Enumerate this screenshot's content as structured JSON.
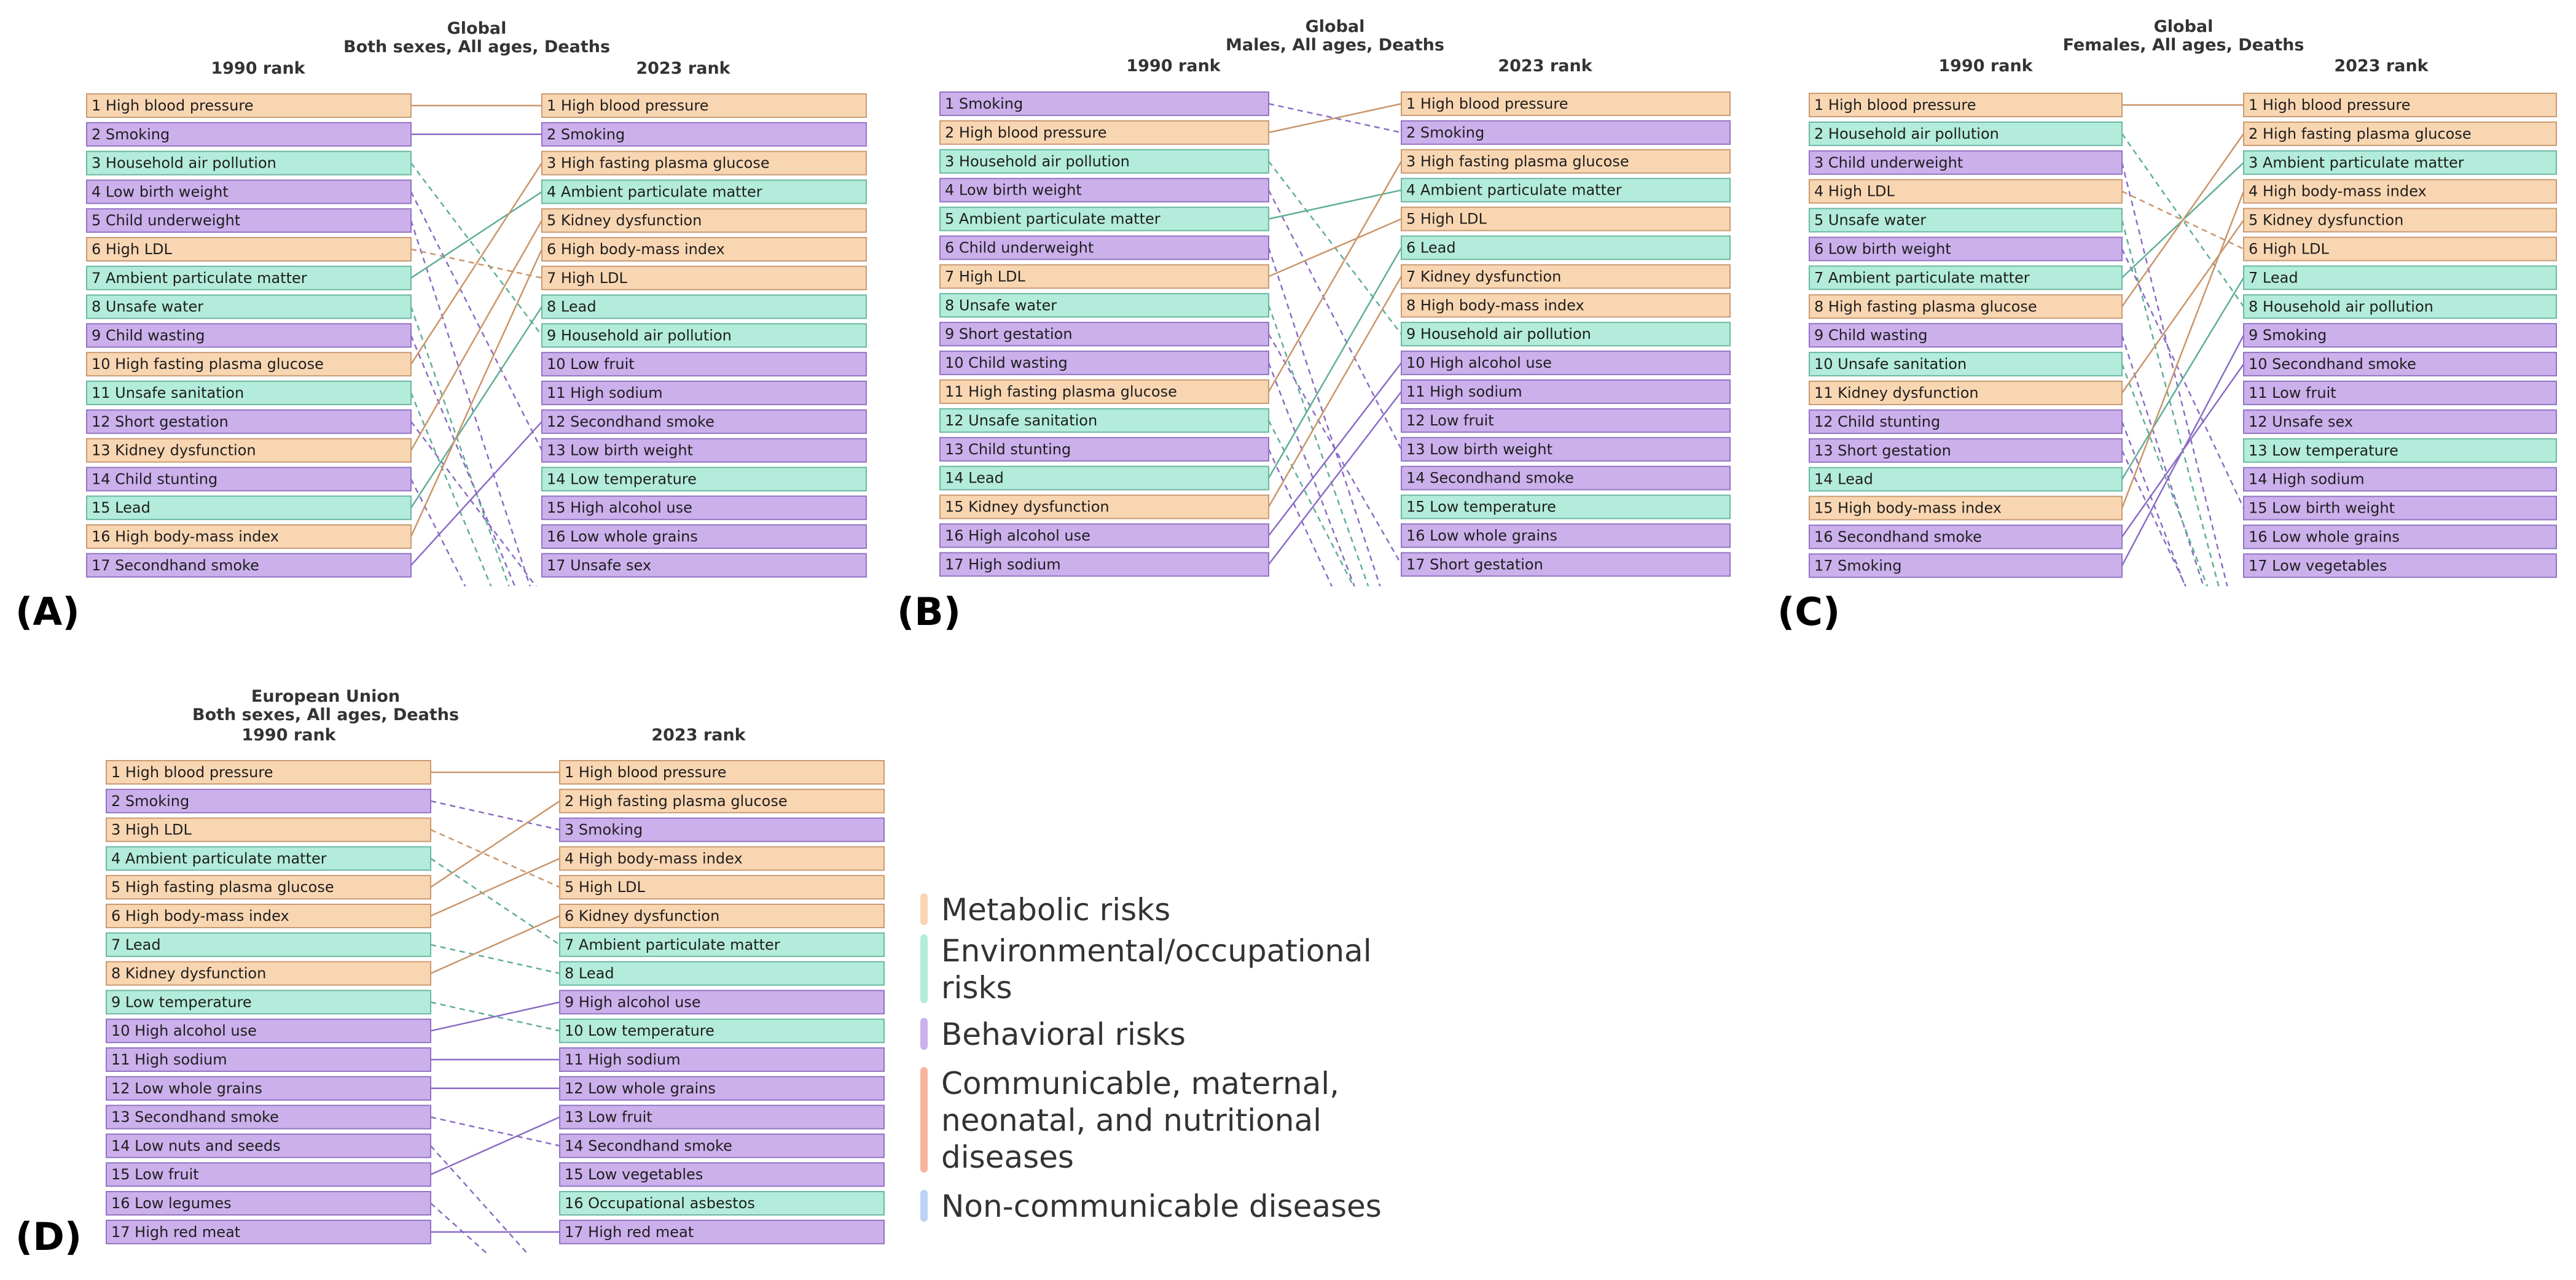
{
  "category_colors": {
    "metabolic": {
      "fill": "#f9d6b2",
      "stroke": "#c99a74",
      "line": "#c9956a"
    },
    "environmental": {
      "fill": "#b3ecdb",
      "stroke": "#6cb8a2",
      "line": "#5fae98"
    },
    "behavioral": {
      "fill": "#ccb0ec",
      "stroke": "#9274c2",
      "line": "#8a6cc4"
    },
    "communicable": {
      "fill": "#f7b59e",
      "stroke": "#d88066",
      "line": "#d88066"
    },
    "noncommunicable": {
      "fill": "#bcd3f4",
      "stroke": "#86a6d4",
      "line": "#86a6d4"
    }
  },
  "panels": [
    {
      "id": "A",
      "panel_label": "(A)",
      "title_line1": "Global",
      "title_line2": "Both sexes, All ages, Deaths",
      "left_header": "1990 rank",
      "right_header": "2023 rank",
      "left": [
        {
          "label": "1 High blood pressure",
          "cat": "metabolic",
          "to": 1
        },
        {
          "label": "2 Smoking",
          "cat": "behavioral",
          "to": 2
        },
        {
          "label": "3 Household air pollution",
          "cat": "environmental",
          "to": 9
        },
        {
          "label": "4 Low birth weight",
          "cat": "behavioral",
          "to": 13
        },
        {
          "label": "5 Child underweight",
          "cat": "behavioral",
          "to": 19
        },
        {
          "label": "6 High LDL",
          "cat": "metabolic",
          "to": 7
        },
        {
          "label": "7 Ambient particulate matter",
          "cat": "environmental",
          "to": 4
        },
        {
          "label": "8 Unsafe water",
          "cat": "environmental",
          "to": 21
        },
        {
          "label": "9 Child wasting",
          "cat": "behavioral",
          "to": 20
        },
        {
          "label": "10 High fasting plasma glucose",
          "cat": "metabolic",
          "to": 3
        },
        {
          "label": "11 Unsafe sanitation",
          "cat": "environmental",
          "to": 22
        },
        {
          "label": "12 Short gestation",
          "cat": "behavioral",
          "to": 18
        },
        {
          "label": "13 Kidney dysfunction",
          "cat": "metabolic",
          "to": 5
        },
        {
          "label": "14 Child stunting",
          "cat": "behavioral",
          "to": 23
        },
        {
          "label": "15 Lead",
          "cat": "environmental",
          "to": 8
        },
        {
          "label": "16 High body-mass index",
          "cat": "metabolic",
          "to": 6
        },
        {
          "label": "17 Secondhand smoke",
          "cat": "behavioral",
          "to": 12
        }
      ],
      "right": [
        {
          "label": "1 High blood pressure",
          "cat": "metabolic",
          "from": 1
        },
        {
          "label": "2 Smoking",
          "cat": "behavioral",
          "from": 2
        },
        {
          "label": "3 High fasting plasma glucose",
          "cat": "metabolic",
          "from": 10
        },
        {
          "label": "4 Ambient particulate matter",
          "cat": "environmental",
          "from": 7
        },
        {
          "label": "5 Kidney dysfunction",
          "cat": "metabolic",
          "from": 13
        },
        {
          "label": "6 High body-mass index",
          "cat": "metabolic",
          "from": 16
        },
        {
          "label": "7 High LDL",
          "cat": "metabolic",
          "from": 6
        },
        {
          "label": "8 Lead",
          "cat": "environmental",
          "from": 15
        },
        {
          "label": "9 Household air pollution",
          "cat": "environmental",
          "from": 3
        },
        {
          "label": "10 Low fruit",
          "cat": "behavioral",
          "from": 19
        },
        {
          "label": "11 High sodium",
          "cat": "behavioral",
          "from": 21
        },
        {
          "label": "12 Secondhand smoke",
          "cat": "behavioral",
          "from": 17
        },
        {
          "label": "13 Low birth weight",
          "cat": "behavioral",
          "from": 4
        },
        {
          "label": "14 Low temperature",
          "cat": "environmental",
          "from": 22
        },
        {
          "label": "15 High alcohol use",
          "cat": "behavioral",
          "from": 20
        },
        {
          "label": "16 Low whole grains",
          "cat": "behavioral",
          "from": 23
        },
        {
          "label": "17 Unsafe sex",
          "cat": "behavioral",
          "from": 20
        }
      ]
    },
    {
      "id": "B",
      "panel_label": "(B)",
      "title_line1": "Global",
      "title_line2": "Males, All ages, Deaths",
      "left_header": "1990 rank",
      "right_header": "2023 rank",
      "left": [
        {
          "label": "1 Smoking",
          "cat": "behavioral",
          "to": 2
        },
        {
          "label": "2 High blood pressure",
          "cat": "metabolic",
          "to": 1
        },
        {
          "label": "3 Household air pollution",
          "cat": "environmental",
          "to": 9
        },
        {
          "label": "4 Low birth weight",
          "cat": "behavioral",
          "to": 13
        },
        {
          "label": "5 Ambient particulate matter",
          "cat": "environmental",
          "to": 4
        },
        {
          "label": "6 Child underweight",
          "cat": "behavioral",
          "to": 20
        },
        {
          "label": "7 High LDL",
          "cat": "metabolic",
          "to": 5
        },
        {
          "label": "8 Unsafe water",
          "cat": "environmental",
          "to": 21
        },
        {
          "label": "9 Short gestation",
          "cat": "behavioral",
          "to": 17
        },
        {
          "label": "10 Child wasting",
          "cat": "behavioral",
          "to": 22
        },
        {
          "label": "11 High fasting plasma glucose",
          "cat": "metabolic",
          "to": 3
        },
        {
          "label": "12 Unsafe sanitation",
          "cat": "environmental",
          "to": 21
        },
        {
          "label": "13 Child stunting",
          "cat": "behavioral",
          "to": 23
        },
        {
          "label": "14 Lead",
          "cat": "environmental",
          "to": 6
        },
        {
          "label": "15 Kidney dysfunction",
          "cat": "metabolic",
          "to": 7
        },
        {
          "label": "16 High alcohol use",
          "cat": "behavioral",
          "to": 10
        },
        {
          "label": "17 High sodium",
          "cat": "behavioral",
          "to": 11
        }
      ],
      "right": [
        {
          "label": "1 High blood pressure",
          "cat": "metabolic",
          "from": 2
        },
        {
          "label": "2 Smoking",
          "cat": "behavioral",
          "from": 1
        },
        {
          "label": "3 High fasting plasma glucose",
          "cat": "metabolic",
          "from": 11
        },
        {
          "label": "4 Ambient particulate matter",
          "cat": "environmental",
          "from": 5
        },
        {
          "label": "5 High LDL",
          "cat": "metabolic",
          "from": 7
        },
        {
          "label": "6 Lead",
          "cat": "environmental",
          "from": 14
        },
        {
          "label": "7 Kidney dysfunction",
          "cat": "metabolic",
          "from": 15
        },
        {
          "label": "8 High body-mass index",
          "cat": "metabolic",
          "from": 20
        },
        {
          "label": "9 Household air pollution",
          "cat": "environmental",
          "from": 3
        },
        {
          "label": "10 High alcohol use",
          "cat": "behavioral",
          "from": 16
        },
        {
          "label": "11 High sodium",
          "cat": "behavioral",
          "from": 17
        },
        {
          "label": "12 Low fruit",
          "cat": "behavioral",
          "from": 21
        },
        {
          "label": "13 Low birth weight",
          "cat": "behavioral",
          "from": 4
        },
        {
          "label": "14 Secondhand smoke",
          "cat": "behavioral",
          "from": 22
        },
        {
          "label": "15 Low temperature",
          "cat": "environmental",
          "from": 23
        },
        {
          "label": "16 Low whole grains",
          "cat": "behavioral",
          "from": 23
        },
        {
          "label": "17 Short gestation",
          "cat": "behavioral",
          "from": 9
        }
      ]
    },
    {
      "id": "C",
      "panel_label": "(C)",
      "title_line1": "Global",
      "title_line2": "Females, All ages, Deaths",
      "left_header": "1990 rank",
      "right_header": "2023 rank",
      "left": [
        {
          "label": "1 High blood pressure",
          "cat": "metabolic",
          "to": 1
        },
        {
          "label": "2 Household air pollution",
          "cat": "environmental",
          "to": 8
        },
        {
          "label": "3 Child underweight",
          "cat": "behavioral",
          "to": 20
        },
        {
          "label": "4 High LDL",
          "cat": "metabolic",
          "to": 6
        },
        {
          "label": "5 Unsafe water",
          "cat": "environmental",
          "to": 21
        },
        {
          "label": "6 Low birth weight",
          "cat": "behavioral",
          "to": 15
        },
        {
          "label": "7 Ambient particulate matter",
          "cat": "environmental",
          "to": 3
        },
        {
          "label": "8 High fasting plasma glucose",
          "cat": "metabolic",
          "to": 2
        },
        {
          "label": "9 Child wasting",
          "cat": "behavioral",
          "to": 22
        },
        {
          "label": "10 Unsafe sanitation",
          "cat": "environmental",
          "to": 21
        },
        {
          "label": "11 Kidney dysfunction",
          "cat": "metabolic",
          "to": 5
        },
        {
          "label": "12 Child stunting",
          "cat": "behavioral",
          "to": 23
        },
        {
          "label": "13 Short gestation",
          "cat": "behavioral",
          "to": 22
        },
        {
          "label": "14 Lead",
          "cat": "environmental",
          "to": 7
        },
        {
          "label": "15 High body-mass index",
          "cat": "metabolic",
          "to": 4
        },
        {
          "label": "16 Secondhand smoke",
          "cat": "behavioral",
          "to": 10
        },
        {
          "label": "17 Smoking",
          "cat": "behavioral",
          "to": 9
        }
      ],
      "right": [
        {
          "label": "1 High blood pressure",
          "cat": "metabolic",
          "from": 1
        },
        {
          "label": "2 High fasting plasma glucose",
          "cat": "metabolic",
          "from": 8
        },
        {
          "label": "3 Ambient particulate matter",
          "cat": "environmental",
          "from": 7
        },
        {
          "label": "4 High body-mass index",
          "cat": "metabolic",
          "from": 15
        },
        {
          "label": "5 Kidney dysfunction",
          "cat": "metabolic",
          "from": 11
        },
        {
          "label": "6 High LDL",
          "cat": "metabolic",
          "from": 4
        },
        {
          "label": "7 Lead",
          "cat": "environmental",
          "from": 14
        },
        {
          "label": "8 Household air pollution",
          "cat": "environmental",
          "from": 2
        },
        {
          "label": "9 Smoking",
          "cat": "behavioral",
          "from": 17
        },
        {
          "label": "10 Secondhand smoke",
          "cat": "behavioral",
          "from": 16
        },
        {
          "label": "11 Low fruit",
          "cat": "behavioral",
          "from": 21
        },
        {
          "label": "12 Unsafe sex",
          "cat": "behavioral",
          "from": 22
        },
        {
          "label": "13 Low temperature",
          "cat": "environmental",
          "from": 23
        },
        {
          "label": "14 High sodium",
          "cat": "behavioral",
          "from": 22
        },
        {
          "label": "15 Low birth weight",
          "cat": "behavioral",
          "from": 6
        },
        {
          "label": "16 Low whole grains",
          "cat": "behavioral",
          "from": 23
        },
        {
          "label": "17 Low vegetables",
          "cat": "behavioral",
          "from": 23
        }
      ]
    },
    {
      "id": "D",
      "panel_label": "(D)",
      "title_line1": "European Union",
      "title_line2": "Both sexes, All ages, Deaths",
      "left_header": "1990 rank",
      "right_header": "2023 rank",
      "left": [
        {
          "label": "1 High blood pressure",
          "cat": "metabolic",
          "to": 1
        },
        {
          "label": "2 Smoking",
          "cat": "behavioral",
          "to": 3
        },
        {
          "label": "3 High LDL",
          "cat": "metabolic",
          "to": 5
        },
        {
          "label": "4 Ambient particulate matter",
          "cat": "environmental",
          "to": 7
        },
        {
          "label": "5 High fasting plasma glucose",
          "cat": "metabolic",
          "to": 2
        },
        {
          "label": "6 High body-mass index",
          "cat": "metabolic",
          "to": 4
        },
        {
          "label": "7 Lead",
          "cat": "environmental",
          "to": 8
        },
        {
          "label": "8 Kidney dysfunction",
          "cat": "metabolic",
          "to": 6
        },
        {
          "label": "9 Low temperature",
          "cat": "environmental",
          "to": 10
        },
        {
          "label": "10 High alcohol use",
          "cat": "behavioral",
          "to": 9
        },
        {
          "label": "11 High sodium",
          "cat": "behavioral",
          "to": 11
        },
        {
          "label": "12 Low whole grains",
          "cat": "behavioral",
          "to": 12
        },
        {
          "label": "13 Secondhand smoke",
          "cat": "behavioral",
          "to": 14
        },
        {
          "label": "14 Low nuts and seeds",
          "cat": "behavioral",
          "to": 19
        },
        {
          "label": "15 Low fruit",
          "cat": "behavioral",
          "to": 13
        },
        {
          "label": "16 Low legumes",
          "cat": "behavioral",
          "to": 20
        },
        {
          "label": "17 High red meat",
          "cat": "behavioral",
          "to": 17
        }
      ],
      "right": [
        {
          "label": "1 High blood pressure",
          "cat": "metabolic",
          "from": 1
        },
        {
          "label": "2 High fasting plasma glucose",
          "cat": "metabolic",
          "from": 5
        },
        {
          "label": "3 Smoking",
          "cat": "behavioral",
          "from": 2
        },
        {
          "label": "4 High body-mass index",
          "cat": "metabolic",
          "from": 6
        },
        {
          "label": "5 High LDL",
          "cat": "metabolic",
          "from": 3
        },
        {
          "label": "6 Kidney dysfunction",
          "cat": "metabolic",
          "from": 8
        },
        {
          "label": "7 Ambient particulate matter",
          "cat": "environmental",
          "from": 4
        },
        {
          "label": "8 Lead",
          "cat": "environmental",
          "from": 7
        },
        {
          "label": "9 High alcohol use",
          "cat": "behavioral",
          "from": 10
        },
        {
          "label": "10 Low temperature",
          "cat": "environmental",
          "from": 9
        },
        {
          "label": "11 High sodium",
          "cat": "behavioral",
          "from": 11
        },
        {
          "label": "12 Low whole grains",
          "cat": "behavioral",
          "from": 12
        },
        {
          "label": "13 Low fruit",
          "cat": "behavioral",
          "from": 15
        },
        {
          "label": "14 Secondhand smoke",
          "cat": "behavioral",
          "from": 13
        },
        {
          "label": "15 Low vegetables",
          "cat": "behavioral",
          "from": 19
        },
        {
          "label": "16 Occupational asbestos",
          "cat": "environmental",
          "from": 20
        },
        {
          "label": "17 High red meat",
          "cat": "behavioral",
          "from": 17
        }
      ]
    }
  ],
  "legend": [
    {
      "cat": "metabolic",
      "lines": [
        "Metabolic risks"
      ]
    },
    {
      "cat": "environmental",
      "lines": [
        "Environmental/occupational",
        "risks"
      ]
    },
    {
      "cat": "behavioral",
      "lines": [
        "Behavioral risks"
      ]
    },
    {
      "cat": "communicable",
      "lines": [
        "Communicable, maternal,",
        "neonatal, and nutritional",
        "diseases"
      ]
    },
    {
      "cat": "noncommunicable",
      "lines": [
        "Non-communicable diseases"
      ]
    }
  ]
}
